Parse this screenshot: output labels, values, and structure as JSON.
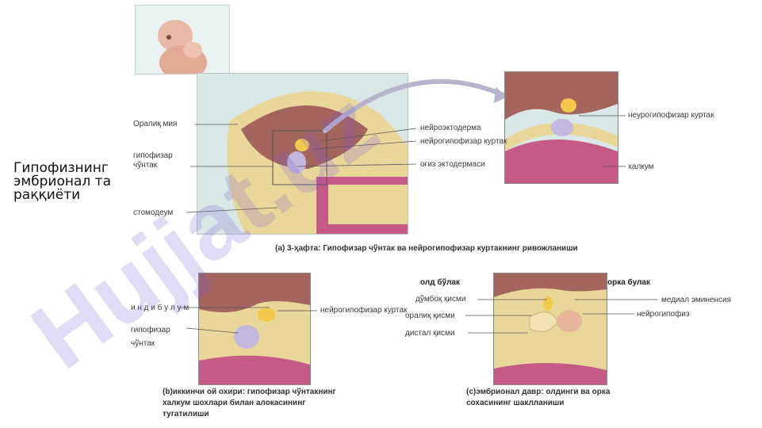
{
  "title": "Гипофизнинг эмбрионал тараққиёти",
  "panel_a": {
    "labels": {
      "oraliq_miya": "Оралиқ мия",
      "gipofizar_chontak": "гипофизар чўнтак",
      "stomodeum": "стомодеум",
      "neyroektoderma": "нейроэктодерма",
      "neyrogipofizar_kurtak": "нейрогипофизар куртак",
      "ogiz_ektodermasi": "оғиз эктодермаси",
      "neurogipofizar_kurtak": "неурогипофизар куртак",
      "halqum": "халкум"
    },
    "caption": "(а) 3-ҳафта: Гипофизар чўнтак ва нейрогипофизар куртакнинг ривожланиши"
  },
  "panel_b": {
    "labels": {
      "infundibulum": "и н д и б у л у м",
      "gipofizar_chontak": "гипофизар чўнтак",
      "neyrogipofizar_kurtak": "нейрогипофизар куртак"
    },
    "caption": "(b)иккинчи ой охири: гипофизар чўнтакнинг халкум шохлари билан алокасининг тугатилиши"
  },
  "panel_c": {
    "labels": {
      "old_bolak": "олд бўлак",
      "orka_bulak": "орка булак",
      "dumboq_qismi": "дўмбоқ қисми",
      "oraliq_qismi": "оралиқ қисми",
      "distal_qismi": "дистал қисми",
      "medial_eminensiya": "медиал эминенсия",
      "neyrogipofiz": "нейрогипофиз"
    },
    "caption": "(с)эмбрионал давр: олдинги ва орка сохасининг шаклланиши"
  },
  "watermark": "Hujjat.uz",
  "colors": {
    "tissue_yellow": "#e9d79a",
    "brain_brown": "#a3655e",
    "pharynx_pink": "#c65a86",
    "lumen_lilac": "#c4b7dd",
    "bud_gold": "#f2c94c",
    "inset_bg": "#d9e8e6",
    "watermark": "#7b5cd6"
  }
}
